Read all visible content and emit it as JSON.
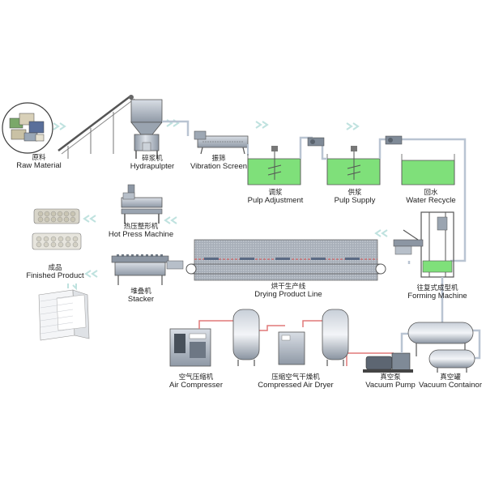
{
  "labels": {
    "raw_material": {
      "cn": "原料",
      "en": "Raw Material"
    },
    "hydrapulper": {
      "cn": "碎浆机",
      "en": "Hydrapulpter"
    },
    "vibration": {
      "cn": "振筛",
      "en": "Vibration Screen"
    },
    "pulp_adjust": {
      "cn": "调浆",
      "en": "Pulp Adjustment"
    },
    "pulp_supply": {
      "cn": "供浆",
      "en": "Pulp Supply"
    },
    "water_recycle": {
      "cn": "回水",
      "en": "Water Recycle"
    },
    "hot_press": {
      "cn": "热压整形机",
      "en": "Hot Press Machine"
    },
    "finished": {
      "cn": "成品",
      "en": "Finished Product"
    },
    "stacker": {
      "cn": "堆叠机",
      "en": "Stacker"
    },
    "drying": {
      "cn": "烘干生产线",
      "en": "Drying Product Line"
    },
    "forming": {
      "cn": "往复式成型机",
      "en": "Forming Machine"
    },
    "air_comp": {
      "cn": "空气压缩机",
      "en": "Air Compresser"
    },
    "air_dryer": {
      "cn": "压缩空气干燥机",
      "en": "Compressed Air Dryer"
    },
    "vac_pump": {
      "cn": "真空泵",
      "en": "Vacuum Pump"
    },
    "vac_container": {
      "cn": "真空罐",
      "en": "Vacuum Containor"
    }
  },
  "colors": {
    "water": "#7fe07a",
    "pipe": "#b9c4d2",
    "redline": "#d64a4a",
    "metal": "#a9b3bf",
    "arrow": "#c6e8e6"
  }
}
